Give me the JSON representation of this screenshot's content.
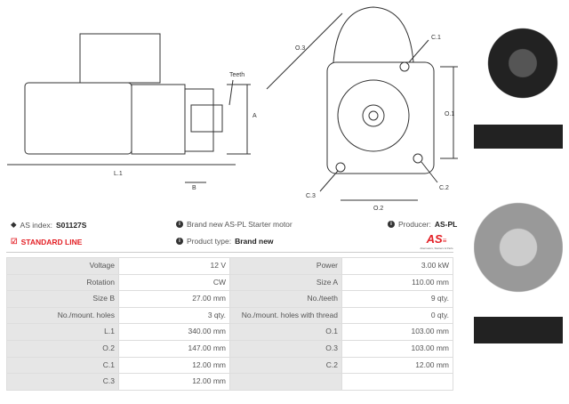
{
  "diagram": {
    "labels": {
      "teeth": "Teeth",
      "a": "A",
      "b": "B",
      "l1": "L.1",
      "o1": "O.1",
      "o2": "O.2",
      "o3": "O.3",
      "c1": "C.1",
      "c2": "C.2",
      "c3": "C.3"
    }
  },
  "info": {
    "as_index_label": "AS index:",
    "as_index_value": "S0112​7S",
    "line": "STANDARD LINE",
    "description": "Brand new AS-PL Starter motor",
    "product_type_label": "Product type:",
    "product_type_value": "Brand new",
    "producer_label": "Producer:",
    "producer_value": "AS-PL",
    "logo_text": "AS",
    "logo_tagline": "Alternators, Starters & Parts"
  },
  "specs": [
    [
      "Voltage",
      "12 V",
      "Power",
      "3.00 kW"
    ],
    [
      "Rotation",
      "CW",
      "Size A",
      "110.00 mm"
    ],
    [
      "Size B",
      "27.00 mm",
      "No./teeth",
      "9 qty."
    ],
    [
      "No./mount. holes",
      "3 qty.",
      "No./mount. holes with thread",
      "0 qty."
    ],
    [
      "L.1",
      "340.00 mm",
      "O.1",
      "103.00 mm"
    ],
    [
      "O.2",
      "147.00 mm",
      "O.3",
      "103.00 mm"
    ],
    [
      "C.1",
      "12.00 mm",
      "C.2",
      "12.00 mm"
    ],
    [
      "C.3",
      "12.00 mm",
      "",
      ""
    ]
  ],
  "colors": {
    "accent": "#e31e24"
  }
}
